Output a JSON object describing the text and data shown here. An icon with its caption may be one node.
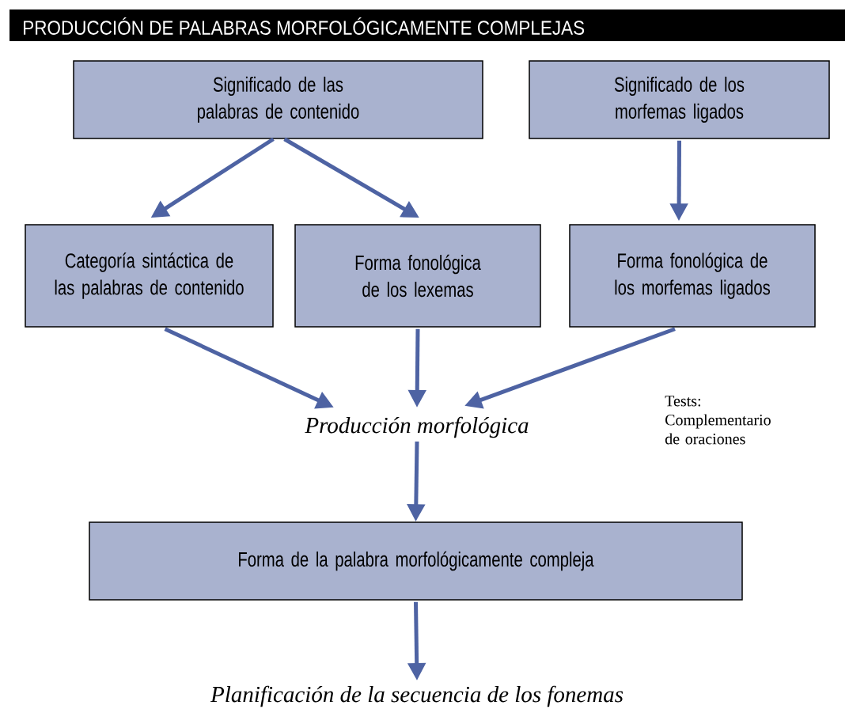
{
  "diagram": {
    "title": "PRODUCCIÓN DE PALABRAS MORFOLÓGICAMENTE COMPLEJAS",
    "nodes": [
      {
        "text": [
          "Significado de las palabras de contenido"
        ]
      },
      {
        "text": [
          "Significado de los morfemas ligados"
        ]
      },
      {
        "text": [
          "Categoría sintáctica de las palabras de contenido"
        ]
      },
      {
        "text": [
          "Forma fonológica de los lexemas"
        ]
      },
      {
        "text": [
          "Forma fonológica de los morfemas ligados"
        ]
      },
      {
        "text": [
          "Producción morfológica"
        ]
      },
      {
        "text": [
          "Forma de la palabra morfológicamente compleja"
        ]
      },
      {
        "text": [
          "Planificación de la secuencia de los fonemas"
        ]
      }
    ],
    "edges": [
      {
        "from": 0,
        "to": 2,
        "arrow": "to"
      },
      {
        "from": 0,
        "to": 3,
        "arrow": "to"
      },
      {
        "from": 1,
        "to": 4,
        "arrow": "to"
      },
      {
        "from": 2,
        "to": 5,
        "arrow": "to"
      },
      {
        "from": 3,
        "to": 5,
        "arrow": "to"
      },
      {
        "from": 4,
        "to": 5,
        "arrow": "to"
      },
      {
        "from": 5,
        "to": 6,
        "arrow": "to"
      },
      {
        "from": 6,
        "to": 7,
        "arrow": "to"
      }
    ],
    "labels": [
      "Tests: Complementario de oraciones"
    ]
  }
}
